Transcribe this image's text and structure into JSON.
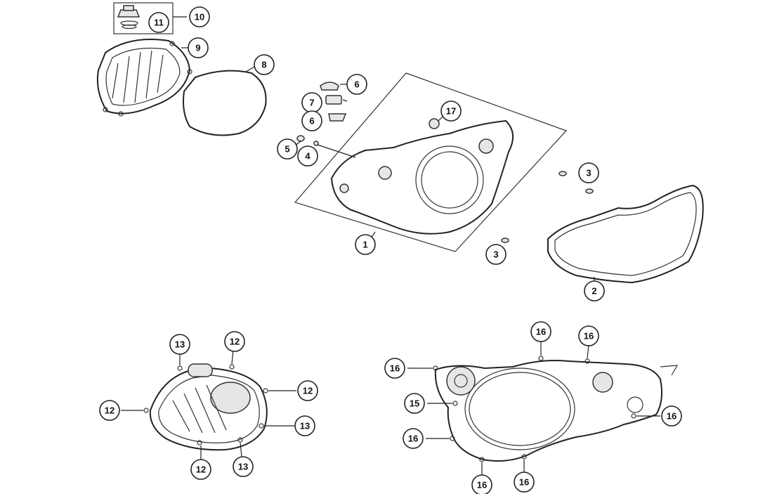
{
  "callouts": [
    {
      "id": "c10",
      "label": "10"
    },
    {
      "id": "c11",
      "label": "11"
    },
    {
      "id": "c9",
      "label": "9"
    },
    {
      "id": "c8",
      "label": "8"
    },
    {
      "id": "c6a",
      "label": "6"
    },
    {
      "id": "c7",
      "label": "7"
    },
    {
      "id": "c6b",
      "label": "6"
    },
    {
      "id": "c17",
      "label": "17"
    },
    {
      "id": "c5",
      "label": "5"
    },
    {
      "id": "c4",
      "label": "4"
    },
    {
      "id": "c3a",
      "label": "3"
    },
    {
      "id": "c3b",
      "label": "3"
    },
    {
      "id": "c1",
      "label": "1"
    },
    {
      "id": "c2",
      "label": "2"
    },
    {
      "id": "c13a",
      "label": "13"
    },
    {
      "id": "c12a",
      "label": "12"
    },
    {
      "id": "c12b",
      "label": "12"
    },
    {
      "id": "c12c",
      "label": "12"
    },
    {
      "id": "c13b",
      "label": "13"
    },
    {
      "id": "c12d",
      "label": "12"
    },
    {
      "id": "c13c",
      "label": "13"
    },
    {
      "id": "c16a",
      "label": "16"
    },
    {
      "id": "c16b",
      "label": "16"
    },
    {
      "id": "c16c",
      "label": "16"
    },
    {
      "id": "c15",
      "label": "15"
    },
    {
      "id": "c16d",
      "label": "16"
    },
    {
      "id": "c16e",
      "label": "16"
    },
    {
      "id": "c16f",
      "label": "16"
    },
    {
      "id": "c16g",
      "label": "16"
    }
  ]
}
